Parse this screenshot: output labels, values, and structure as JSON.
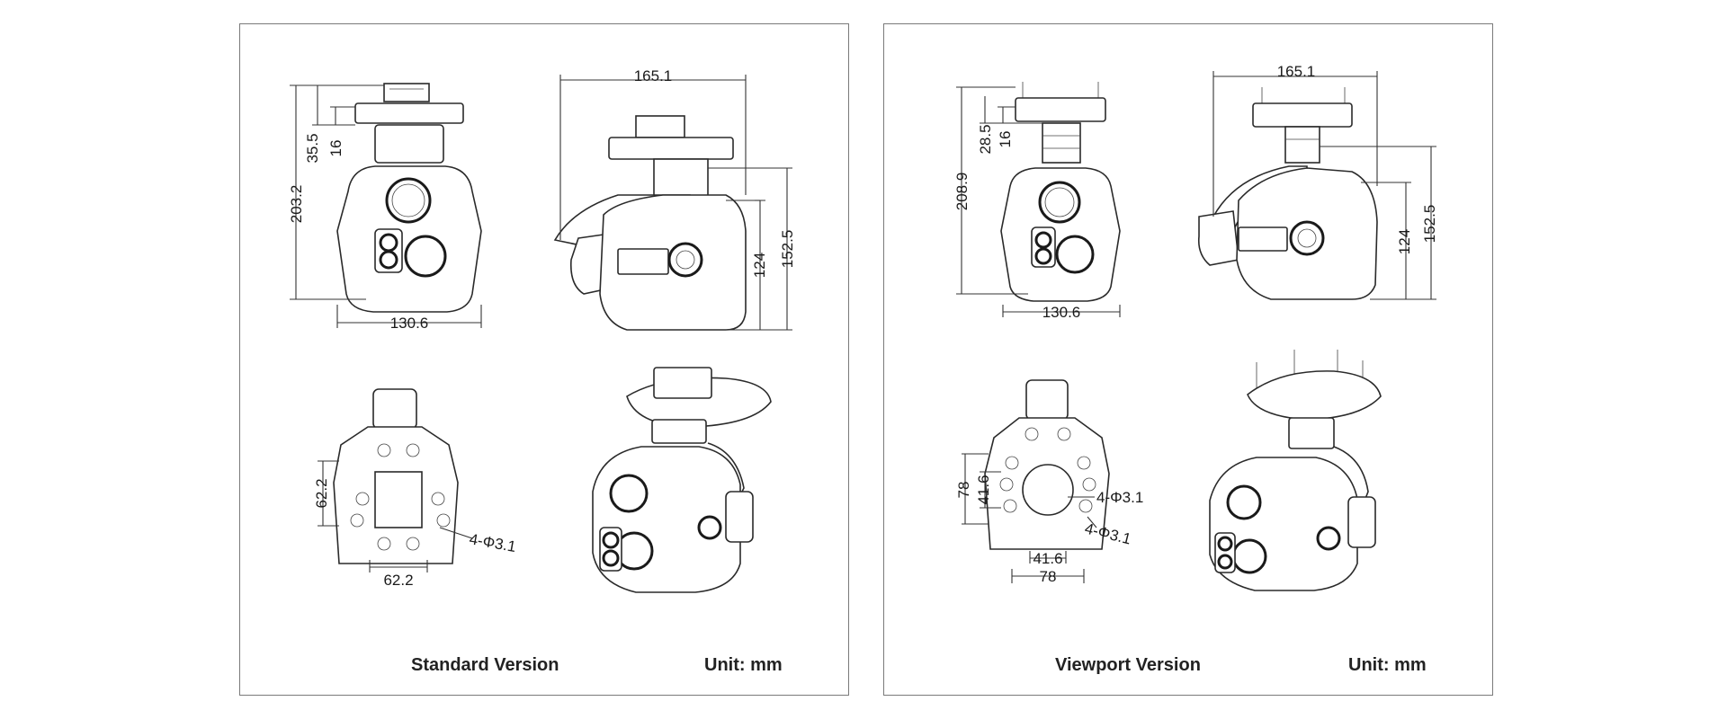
{
  "panels": [
    {
      "caption": "Standard Version",
      "unit": "Unit: mm",
      "front_dims": {
        "total_height": "203.2",
        "plate_to_top": "35.5",
        "plate_thickness": "16",
        "width": "130.6"
      },
      "side_dims": {
        "width": "165.1",
        "ball_height": "124",
        "total_height": "152.5"
      },
      "bottom_dims": {
        "mount_height": "62.2",
        "mount_width": "62.2",
        "hole_spec": "4-Φ3.1"
      }
    },
    {
      "caption": "Viewport Version",
      "unit": "Unit: mm",
      "front_dims": {
        "total_height": "208.9",
        "plate_to_top": "28.5",
        "plate_thickness": "16",
        "width": "130.6"
      },
      "side_dims": {
        "width": "165.1",
        "ball_height": "124",
        "total_height": "152.5"
      },
      "bottom_dims": {
        "outer_height": "78",
        "inner_height": "41.6",
        "inner_width": "41.6",
        "outer_width": "78",
        "hole_spec_a": "4-Φ3.1",
        "hole_spec_b": "4-Φ3.1"
      }
    }
  ],
  "colors": {
    "line": "#333333",
    "border": "#7a7a7a",
    "background": "#ffffff"
  }
}
